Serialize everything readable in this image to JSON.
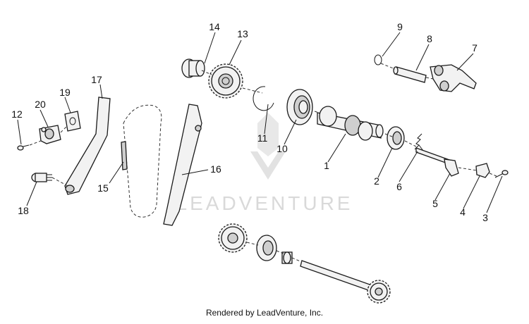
{
  "callouts": {
    "c1": "1",
    "c2": "2",
    "c3": "3",
    "c4": "4",
    "c5": "5",
    "c6": "6",
    "c7": "7",
    "c8": "8",
    "c9": "9",
    "c10": "10",
    "c11": "11",
    "c12": "12",
    "c13": "13",
    "c14": "14",
    "c15": "15",
    "c16": "16",
    "c17": "17",
    "c18": "18",
    "c19": "19",
    "c20": "20"
  },
  "watermark": "LEADVENTURE",
  "footer": "Rendered by LeadVenture, Inc."
}
